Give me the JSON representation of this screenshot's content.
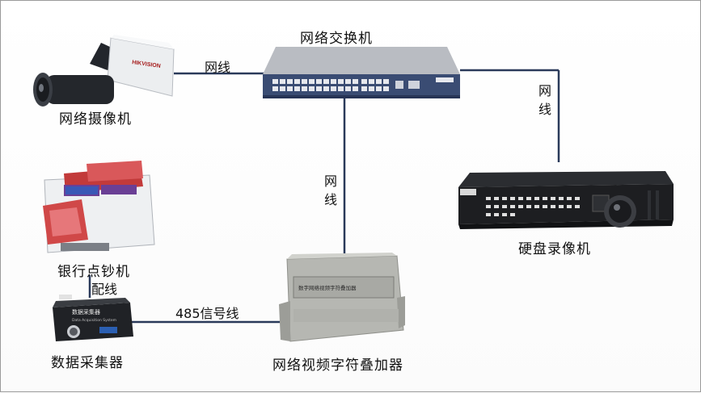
{
  "nodes": {
    "switch": {
      "label": "网络交换机"
    },
    "camera": {
      "label": "网络摄像机",
      "brand": "HIKVISION"
    },
    "counter": {
      "label": "银行点钞机"
    },
    "collector": {
      "label": "数据采集器",
      "panel_title": "数据采集器",
      "panel_sub": "Data Acquisition System"
    },
    "overlay": {
      "label": "网络视频字符叠加器",
      "panel_title": "数字网络视频字符叠加器"
    },
    "dvr": {
      "label": "硬盘录像机"
    }
  },
  "edges": {
    "camera_switch": "网线",
    "switch_dvr_a": "网",
    "switch_dvr_b": "线",
    "switch_overlay_a": "网",
    "switch_overlay_b": "线",
    "counter_collector": "配线",
    "collector_overlay": "485信号线"
  },
  "colors": {
    "wire": "#2a3a5a",
    "text": "#111111"
  }
}
